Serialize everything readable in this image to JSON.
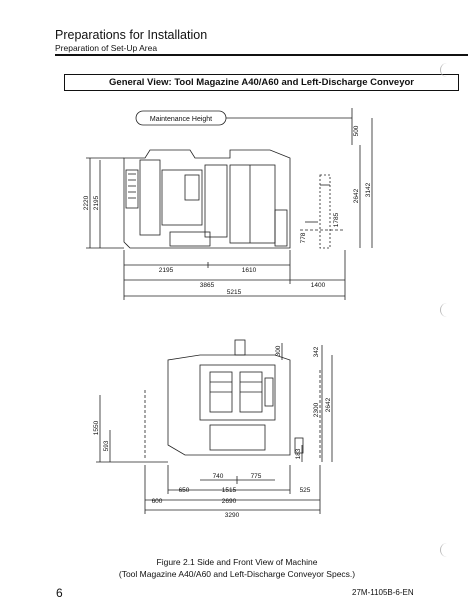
{
  "header": {
    "title": "Preparations for Installation",
    "subtitle": "Preparation of Set-Up Area"
  },
  "figure": {
    "box_title": "General View: Tool Magazine A40/A60 and Left-Discharge Conveyor",
    "maintenance_label": "Maintenance Height",
    "side_view": {
      "horizontal": [
        "2195",
        "1610",
        "3865",
        "1400",
        "5215"
      ],
      "vertical_left": [
        "2220",
        "2195"
      ],
      "vertical_right": [
        "500",
        "2642",
        "3142",
        "1785",
        "778"
      ]
    },
    "front_view": {
      "horizontal": [
        "740",
        "775",
        "650",
        "1515",
        "525",
        "600",
        "2690",
        "3290"
      ],
      "vertical_left": [
        "1550",
        "593"
      ],
      "vertical_right": [
        "342",
        "300",
        "2300",
        "2642",
        "183"
      ]
    },
    "caption_line1": "Figure 2.1  Side and Front View of Machine",
    "caption_line2": "(Tool Magazine A40/A60 and Left-Discharge Conveyor Specs.)"
  },
  "footer": {
    "page_number": "6",
    "doc_id": "27M-1105B-6-EN"
  }
}
